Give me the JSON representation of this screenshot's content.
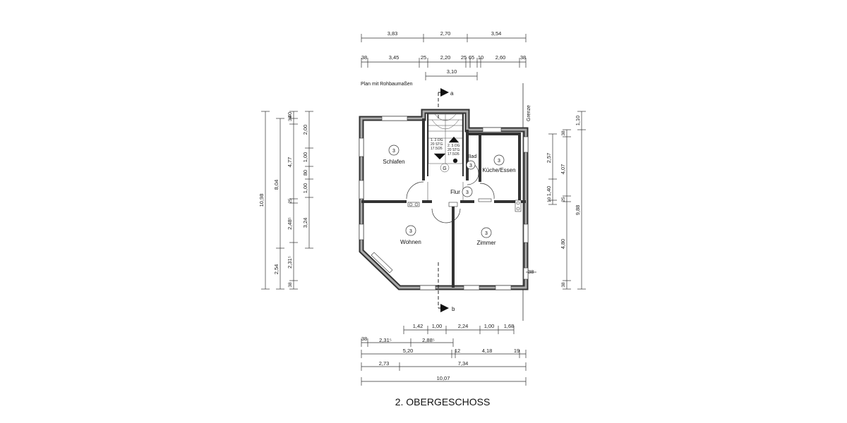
{
  "title": "2. OBERGESCHOSS",
  "note": "Plan mit Rohbaumaßen",
  "boundary_label": "Grenze",
  "section_a": "a",
  "section_b": "b",
  "rooms": [
    {
      "name": "Schlafen",
      "floor_code": "3"
    },
    {
      "name": "Küche/Essen",
      "floor_code": "3"
    },
    {
      "name": "Bad",
      "floor_code": "3"
    },
    {
      "name": "Flur",
      "floor_code": "3"
    },
    {
      "name": "Wohnen",
      "floor_code": "3"
    },
    {
      "name": "Zimmer",
      "floor_code": "3"
    }
  ],
  "stair": {
    "left": [
      "1. 2.OG",
      "20 STG",
      "17.5/26"
    ],
    "right": [
      "2. 3.OG",
      "20 STG",
      "17.5/26"
    ],
    "g_label": "G"
  },
  "dims_top_row1": [
    "3,83",
    "2,70",
    "3,54"
  ],
  "dims_top_row2": [
    "38",
    "3,45",
    "25",
    "2,20",
    "25",
    "65",
    "10",
    "2,60",
    "38"
  ],
  "dims_top_row3": [
    "3,10"
  ],
  "dims_left_outer": [
    "10,98"
  ],
  "dims_left_mid": [
    "8,04",
    "2,54"
  ],
  "dims_left_inner": [
    "40",
    "38",
    "4,77",
    "25",
    "2,48⁵",
    "2,31⁵",
    "38"
  ],
  "dims_left_innermost": [
    "2,00",
    "1,00",
    "80",
    "1,00",
    "3,24"
  ],
  "dims_right_inner": [
    "2,57",
    "1,40",
    "10",
    "38"
  ],
  "dims_right_mid": [
    "38",
    "4,07",
    "25",
    "4,80",
    "38"
  ],
  "dims_right_outer": [
    "1,10",
    "9,88"
  ],
  "dims_right_wall": "38",
  "dims_bottom_row1": [
    "1,42",
    "1,00",
    "2,24",
    "1,00",
    "1,68"
  ],
  "dims_bottom_row2": [
    "38",
    "2,31⁵",
    "2,88⁵"
  ],
  "dims_bottom_row3": [
    "5,20",
    "12",
    "4,18",
    "19"
  ],
  "dims_bottom_row4": [
    "2,73",
    "7,34"
  ],
  "dims_bottom_row5": [
    "10,07"
  ]
}
